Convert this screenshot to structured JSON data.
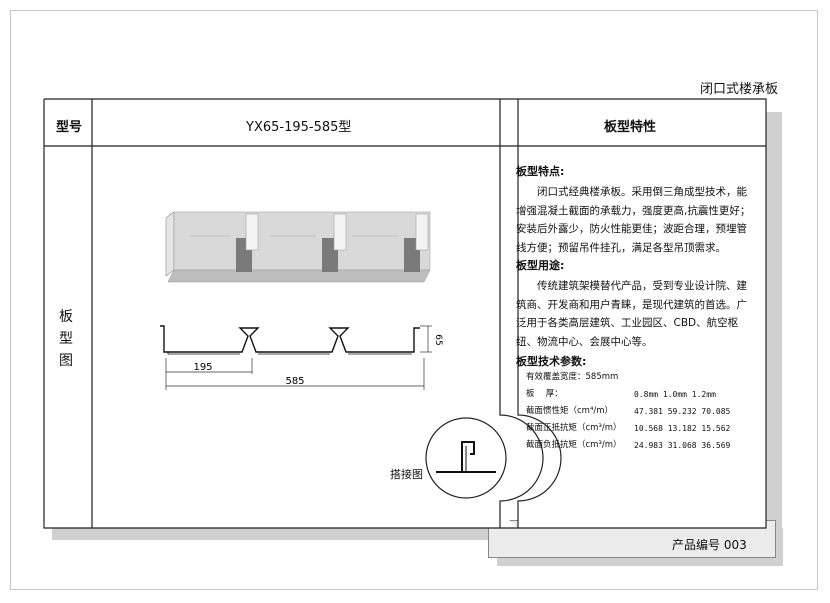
{
  "doc_title": "闭口式楼承板",
  "table": {
    "header_model_label": "型号",
    "header_model_value": "YX65-195-585型",
    "header_props_label": "板型特性",
    "left_label_chars": [
      "板",
      "型",
      "图"
    ]
  },
  "drawing": {
    "dim_pitch": "195",
    "dim_width": "585",
    "dim_height": "65",
    "joint_label": "搭接图"
  },
  "features": {
    "title": "板型特点:",
    "text": "闭口式经典楼承板。采用倒三角成型技术，能增强混凝土截面的承载力，强度更高,抗震性更好；安装后外露少，防火性能更佳；波距合理，预埋管线方便；预留吊件挂孔，满足各型吊顶需求。"
  },
  "usage": {
    "title": "板型用途:",
    "text": "传统建筑架模替代产品，受到专业设计院、建筑商、开发商和用户青睐，是现代建筑的首选。广泛用于各类高层建筑、工业园区、CBD、航空枢纽、物流中心、会展中心等。"
  },
  "params": {
    "title": "板型技术参数:",
    "coverage": "有效覆盖宽度：585mm",
    "thickness_label": "板　 厚：",
    "thickness_values": "0.8mm  1.0mm  1.2mm",
    "rows": [
      {
        "label": "截面惯性矩（cm⁴/m）",
        "values": "47.381  59.232  70.085"
      },
      {
        "label": "截面正抵抗矩（cm³/m）",
        "values": "10.568  13.182  15.562"
      },
      {
        "label": "截面负抵抗矩（cm³/m）",
        "values": "24.983  31.068  36.569"
      }
    ]
  },
  "product_number": "产品编号 003"
}
